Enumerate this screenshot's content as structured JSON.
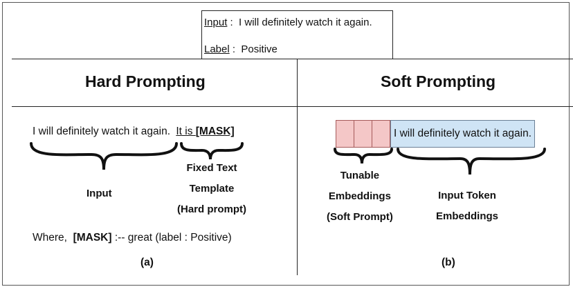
{
  "example": {
    "input_label": "Input",
    "input_sep": " :  ",
    "input_value": "I will definitely watch it again.",
    "label_label": "Label",
    "label_sep": " :  ",
    "label_value": "Positive"
  },
  "hard": {
    "heading": "Hard Prompting",
    "sentence": "I will definitely watch it again.",
    "template_prefix": "It is ",
    "mask": "[MASK]",
    "brace_input_label": "Input",
    "brace_template_label": [
      "Fixed Text",
      "Template",
      "(Hard prompt)"
    ],
    "where_prefix": "Where,  ",
    "where_mask": "[MASK]",
    "where_suffix": " :-- great (label : Positive)",
    "caption": "(a)"
  },
  "soft": {
    "heading": "Soft Prompting",
    "tunable_cells": 3,
    "input_text": "I will definitely watch it again.",
    "brace_tunable_label": [
      "Tunable",
      "Embeddings",
      "(Soft Prompt)"
    ],
    "brace_input_label": [
      "Input Token",
      "Embeddings"
    ],
    "caption": "(b)"
  },
  "colors": {
    "soft_prompt_fill": "#f4c7c7",
    "input_token_fill": "#cfe4f5"
  }
}
